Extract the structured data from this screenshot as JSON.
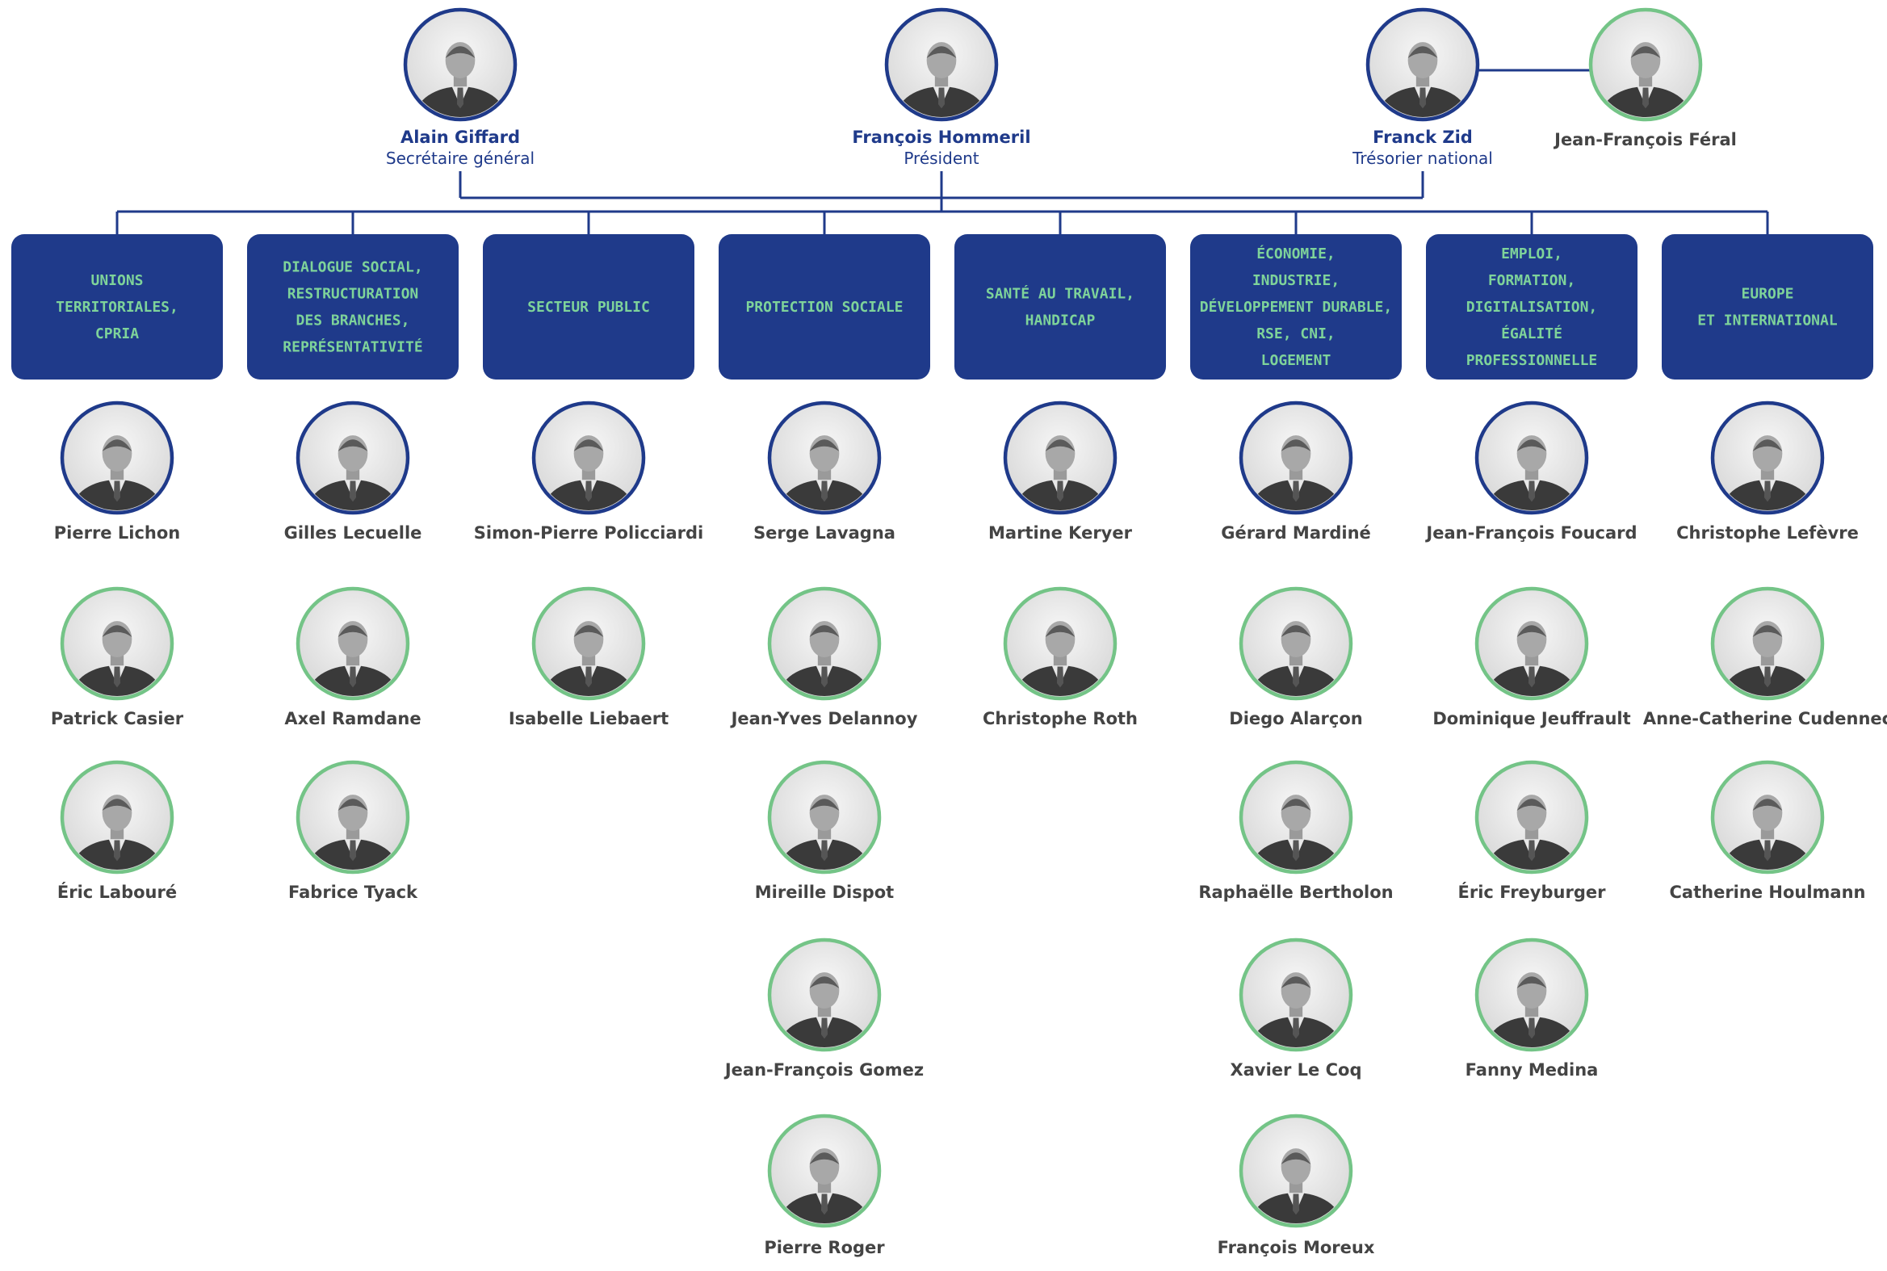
{
  "colors": {
    "navy": "#1f3a8a",
    "green": "#74c487",
    "dept_text": "#7ed39a",
    "name_grey": "#444444"
  },
  "leadership": [
    {
      "name": "Alain Giffard",
      "role": "Secrétaire général",
      "ring": "navy"
    },
    {
      "name": "François Hommeril",
      "role": "Président",
      "ring": "navy"
    },
    {
      "name": "Franck Zid",
      "role": "Trésorier national",
      "ring": "navy"
    },
    {
      "name": "Jean-François Féral",
      "role": "",
      "ring": "green"
    }
  ],
  "departments": [
    {
      "title": [
        "UNIONS",
        "TERRITORIALES,",
        "CPRIA"
      ],
      "members": [
        {
          "name": "Pierre Lichon",
          "ring": "navy"
        },
        {
          "name": "Patrick Casier",
          "ring": "green"
        },
        {
          "name": "Éric Labouré",
          "ring": "green"
        }
      ]
    },
    {
      "title": [
        "DIALOGUE SOCIAL,",
        "RESTRUCTURATION",
        "DES BRANCHES,",
        "REPRÉSENTATIVITÉ"
      ],
      "members": [
        {
          "name": "Gilles Lecuelle",
          "ring": "navy"
        },
        {
          "name": "Axel Ramdane",
          "ring": "green"
        },
        {
          "name": "Fabrice Tyack",
          "ring": "green"
        }
      ]
    },
    {
      "title": [
        "SECTEUR PUBLIC"
      ],
      "members": [
        {
          "name": "Simon-Pierre Policciardi",
          "ring": "navy"
        },
        {
          "name": "Isabelle Liebaert",
          "ring": "green"
        }
      ]
    },
    {
      "title": [
        "PROTECTION SOCIALE"
      ],
      "members": [
        {
          "name": "Serge Lavagna",
          "ring": "navy"
        },
        {
          "name": "Jean-Yves Delannoy",
          "ring": "green"
        },
        {
          "name": "Mireille Dispot",
          "ring": "green"
        },
        {
          "name": "Jean-François Gomez",
          "ring": "green"
        },
        {
          "name": "Pierre Roger",
          "ring": "green"
        }
      ]
    },
    {
      "title": [
        "SANTÉ AU TRAVAIL,",
        "HANDICAP"
      ],
      "members": [
        {
          "name": "Martine Keryer",
          "ring": "navy"
        },
        {
          "name": "Christophe Roth",
          "ring": "green"
        }
      ]
    },
    {
      "title": [
        "ÉCONOMIE,",
        "INDUSTRIE,",
        "DÉVELOPPEMENT DURABLE,",
        "RSE,  CNI,",
        "LOGEMENT"
      ],
      "members": [
        {
          "name": "Gérard Mardiné",
          "ring": "navy"
        },
        {
          "name": "Diego Alarçon",
          "ring": "green"
        },
        {
          "name": "Raphaëlle Bertholon",
          "ring": "green"
        },
        {
          "name": "Xavier Le Coq",
          "ring": "green"
        },
        {
          "name": "François Moreux",
          "ring": "green"
        }
      ]
    },
    {
      "title": [
        "EMPLOI,",
        "FORMATION,",
        "DIGITALISATION,",
        "ÉGALITÉ",
        "PROFESSIONNELLE"
      ],
      "members": [
        {
          "name": "Jean-François Foucard",
          "ring": "navy"
        },
        {
          "name": "Dominique Jeuffrault",
          "ring": "green"
        },
        {
          "name": "Éric Freyburger",
          "ring": "green"
        },
        {
          "name": "Fanny Medina",
          "ring": "green"
        }
      ]
    },
    {
      "title": [
        "EUROPE",
        "ET INTERNATIONAL"
      ],
      "members": [
        {
          "name": "Christophe Lefèvre",
          "ring": "navy"
        },
        {
          "name": "Anne-Catherine Cudennec",
          "ring": "green"
        },
        {
          "name": "Catherine Houlmann",
          "ring": "green"
        }
      ]
    }
  ]
}
